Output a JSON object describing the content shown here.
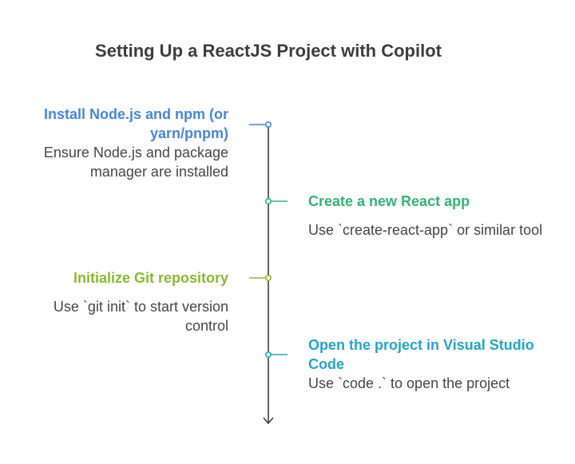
{
  "title": "Setting Up a ReactJS Project with Copilot",
  "steps": [
    {
      "title": "Install Node.js and npm (or yarn/pnpm)",
      "description": "Ensure Node.js and package manager are installed",
      "color": "#4a86d9"
    },
    {
      "title": "Create a new React app",
      "description": "Use `create-react-app` or similar tool",
      "color": "#34b27a"
    },
    {
      "title": "Initialize Git repository",
      "description": "Use `git init` to start version control",
      "color": "#8cb934"
    },
    {
      "title": "Open the project in Visual Studio Code",
      "description": "Use `code .` to open the project",
      "color": "#25a4c9"
    }
  ]
}
